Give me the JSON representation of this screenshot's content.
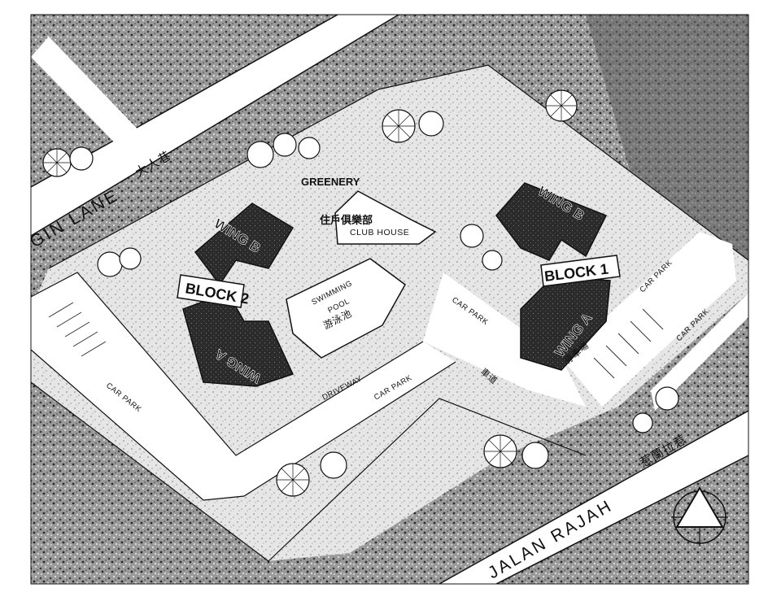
{
  "map": {
    "roads": {
      "gin_lane": "GIN  LANE",
      "gin_lane_cn": "大人巷",
      "jalan_rajah": "JALAN  RAJAH",
      "jalan_rajah_cn": "惹蘭拉惹"
    },
    "facilities": {
      "greenery": "GREENERY",
      "club_house_cn": "住戶俱樂部",
      "club_house": "CLUB HOUSE",
      "pool_line1": "SWIMMING",
      "pool_line2": "POOL",
      "pool_cn": "游泳池",
      "driveway": "DRIVEWAY",
      "driveway_cn": "車道",
      "car_park": "CAR PARK",
      "car_park_cn": "停車場"
    },
    "buildings": {
      "block1": "BLOCK 1",
      "block2": "BLOCK 2",
      "wing_a": "WING A",
      "wing_b": "WING B"
    },
    "compass_icon": "north-arrow-icon"
  }
}
